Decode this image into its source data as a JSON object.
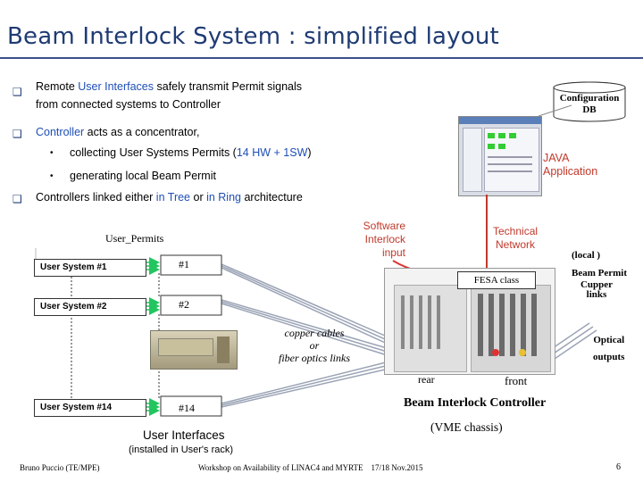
{
  "title": "Beam Interlock System : simplified layout",
  "bullets": {
    "b1_pre": "Remote ",
    "b1_blue": "User Interfaces",
    "b1_post": " safely transmit Permit signals",
    "b1_line2": "from connected systems to Controller",
    "b2_blue": "Controller",
    "b2_post": " acts as a concentrator,",
    "sub1_pre": "collecting User Systems Permits (",
    "sub1_blue": "14 HW + 1SW",
    "sub1_post": ")",
    "sub2": "generating local Beam Permit",
    "b3_pre": "Controllers linked either ",
    "b3_blue1": "in Tree",
    "b3_mid": " or ",
    "b3_blue2": "in Ring",
    "b3_post": " architecture"
  },
  "config_db": {
    "line1": "Configuration",
    "line2": "DB"
  },
  "java_app": {
    "line1": "JAVA",
    "line2": "Application"
  },
  "tech_network": {
    "line1": "Technical",
    "line2": "Network"
  },
  "sw_input": {
    "line1": "Software",
    "line2": "Interlock",
    "line3": "input"
  },
  "user_permits": "User_Permits",
  "user_systems": {
    "s1": "User System #1",
    "s2": "User System #2",
    "s14": "User System #14"
  },
  "links": {
    "l1": "#1",
    "l2": "#2",
    "l14": "#14"
  },
  "cables": {
    "line1": "copper cables",
    "line2": "or",
    "line3": "fiber optics links"
  },
  "fesa": "FESA class",
  "local_permit": {
    "line1": "(local )",
    "line2": "Beam Permit"
  },
  "cupper": {
    "line1": "Cupper",
    "line2": "links"
  },
  "optical": {
    "line1": "Optical",
    "line2": "outputs"
  },
  "rear": "rear",
  "front": "front",
  "controller": {
    "line1": "Beam Interlock Controller",
    "line2": "(VME chassis)"
  },
  "ui": {
    "line1": "User Interfaces",
    "line2": "(installed in User's rack)"
  },
  "footer": {
    "left": "Bruno Puccio (TE/MPE)",
    "mid": "Workshop on Availability of LINAC4 and MYRTE    17/18 Nov.2015",
    "page": "6"
  },
  "colors": {
    "title": "#1f3b73",
    "accent_blue": "#1f4fb5",
    "green_arrow": "#22c55e",
    "red_line": "#d33",
    "network_line": "#b33"
  }
}
